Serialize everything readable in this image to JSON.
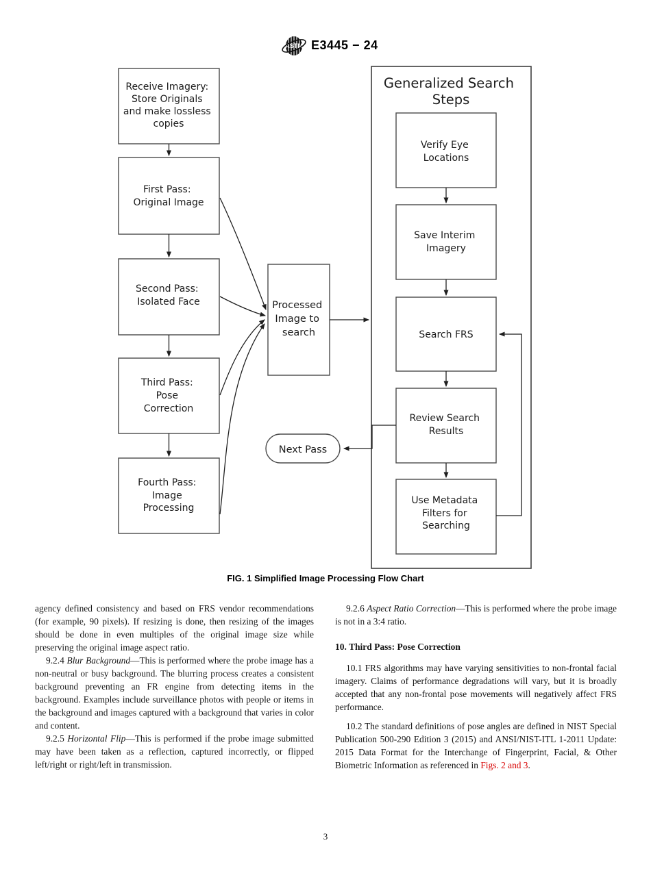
{
  "header": {
    "doc_code": "E3445 − 24"
  },
  "figure": {
    "caption": "FIG. 1 Simplified Image Processing Flow Chart",
    "group_title": {
      "l0": "Generalized Search",
      "l1": "Steps"
    },
    "nodes": {
      "receive": {
        "l0": "Receive Imagery:",
        "l1": "Store Originals",
        "l2": "and make lossless",
        "l3": "copies"
      },
      "first_pass": {
        "l0": "First Pass:",
        "l1": "Original Image"
      },
      "second_pass": {
        "l0": "Second Pass:",
        "l1": "Isolated Face"
      },
      "third_pass": {
        "l0": "Third Pass:",
        "l1": "Pose",
        "l2": "Correction"
      },
      "fourth_pass": {
        "l0": "Fourth Pass:",
        "l1": "Image",
        "l2": "Processing"
      },
      "processed": {
        "l0": "Processed",
        "l1": "Image to",
        "l2": "search"
      },
      "verify_eye": {
        "l0": "Verify Eye",
        "l1": "Locations"
      },
      "save_interim": {
        "l0": "Save Interim",
        "l1": "Imagery"
      },
      "search_frs": {
        "l0": "Search FRS"
      },
      "review_results": {
        "l0": "Review Search",
        "l1": "Results"
      },
      "metadata_filters": {
        "l0": "Use Metadata",
        "l1": "Filters for",
        "l2": "Searching"
      },
      "next_pass": {
        "l0": "Next Pass"
      }
    }
  },
  "body": {
    "left": {
      "p1": "agency defined consistency and based on FRS vendor recommendations (for example, 90 pixels). If resizing is done, then resizing of the images should be done in even multiples of the original image size while preserving the original image aspect ratio.",
      "p2_num": "9.2.4 ",
      "p2_term": "Blur Background",
      "p2_text": "—This is performed where the probe image has a non-neutral or busy background. The blurring process creates a consistent background preventing an FR engine from detecting items in the background. Examples include surveillance photos with people or items in the background and images captured with a background that varies in color and content.",
      "p3_num": "9.2.5 ",
      "p3_term": "Horizontal Flip",
      "p3_text": "—This is performed if the probe image submitted may have been taken as a reflection, captured incorrectly, or flipped left/right or right/left in transmission."
    },
    "right": {
      "p1_num": "9.2.6 ",
      "p1_term": "Aspect Ratio Correction",
      "p1_text": "—This is performed where the probe image is not in a 3:4 ratio.",
      "heading": "10.  Third Pass: Pose Correction",
      "p2": "10.1 FRS algorithms may have varying sensitivities to non-frontal facial imagery. Claims of performance degradations will vary, but it is broadly accepted that any non-frontal pose movements will negatively affect FRS performance.",
      "p3_a": "10.2 The standard definitions of pose angles are defined in NIST Special Publication 500-290 Edition 3 (2015) and ANSI/NIST-ITL 1-2011 Update: 2015 Data Format for the Interchange of Fingerprint, Facial, & Other Biometric Information as referenced in ",
      "p3_link": "Figs. 2 and 3",
      "p3_end": "."
    }
  },
  "footer": {
    "page_number": "3"
  },
  "colors": {
    "link_red": "#d80000",
    "box_border": "#4a4a4a",
    "arrow": "#1f1f1f"
  }
}
